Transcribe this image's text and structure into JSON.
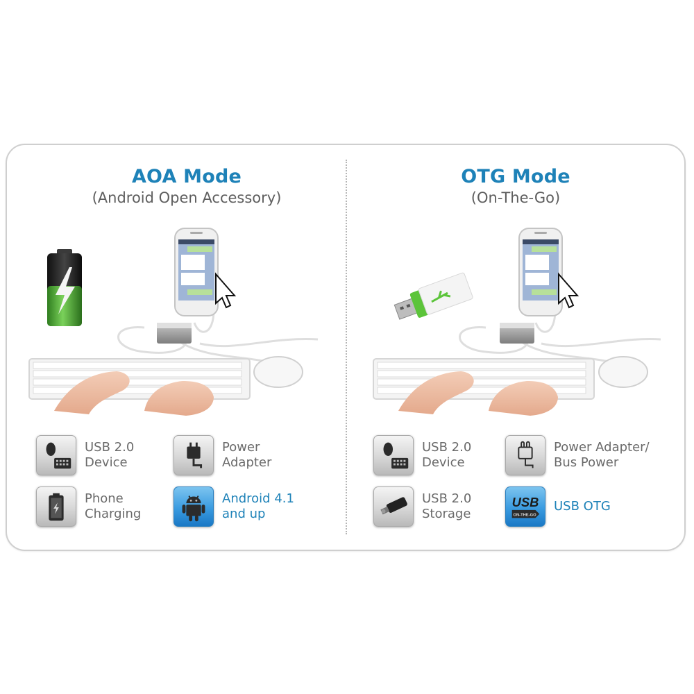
{
  "colors": {
    "accent_blue": "#1e82b8",
    "subtitle_grey": "#5e5e5e",
    "label_grey": "#6a6a6a",
    "card_border": "#cfcfcf",
    "divider": "#b5b5b5"
  },
  "aoa": {
    "title": "AOA Mode",
    "subtitle": "(Android Open Accessory)",
    "scene": {
      "elements": [
        "battery-charging-icon",
        "smartphone",
        "mouse-pointer-cursor",
        "usb-hub-adapter",
        "keyboard-with-hands",
        "mouse"
      ]
    },
    "features": [
      {
        "icon": "usb-device-icon",
        "line1": "USB 2.0",
        "line2": "Device",
        "style": "grey"
      },
      {
        "icon": "power-adapter-icon",
        "line1": "Power",
        "line2": "Adapter",
        "style": "grey"
      },
      {
        "icon": "phone-charging-icon",
        "line1": "Phone",
        "line2": "Charging",
        "style": "grey"
      },
      {
        "icon": "android-icon",
        "line1": "Android 4.1",
        "line2": "and up",
        "style": "blue"
      }
    ]
  },
  "otg": {
    "title": "OTG Mode",
    "subtitle": "(On-The-Go)",
    "scene": {
      "elements": [
        "usb-flash-drive",
        "smartphone",
        "mouse-pointer-cursor",
        "usb-hub-adapter",
        "keyboard-with-hands",
        "mouse"
      ]
    },
    "features": [
      {
        "icon": "usb-device-icon",
        "line1": "USB 2.0",
        "line2": "Device",
        "style": "grey"
      },
      {
        "icon": "power-adapter-bus-icon",
        "line1": "Power Adapter/",
        "line2": "Bus Power",
        "style": "grey"
      },
      {
        "icon": "usb-storage-icon",
        "line1": "USB 2.0",
        "line2": "Storage",
        "style": "grey"
      },
      {
        "icon": "usb-otg-icon",
        "line1": "USB OTG",
        "line2": "",
        "style": "blue",
        "badge_top": "USB",
        "badge_bottom": "ON-THE-GO"
      }
    ]
  }
}
